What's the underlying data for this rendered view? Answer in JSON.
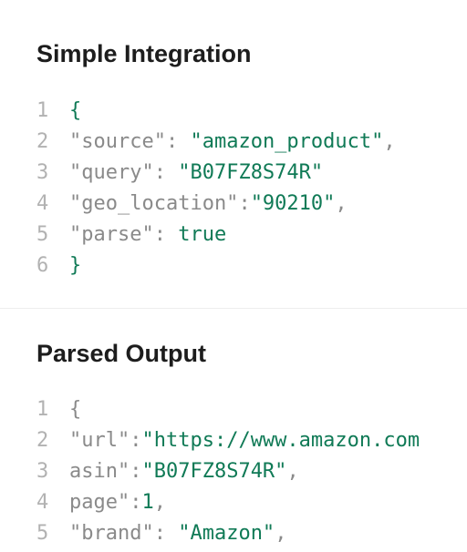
{
  "simple": {
    "title": "Simple Integration",
    "lines": [
      {
        "n": "1",
        "parts": [
          {
            "t": "{",
            "c": "v"
          }
        ]
      },
      {
        "n": "2",
        "parts": [
          {
            "t": "\"source\"",
            "c": "k"
          },
          {
            "t": ": ",
            "c": "p"
          },
          {
            "t": "\"amazon_product\"",
            "c": "v"
          },
          {
            "t": ",",
            "c": "p"
          }
        ]
      },
      {
        "n": "3",
        "parts": [
          {
            "t": "\"query\"",
            "c": "k"
          },
          {
            "t": ": ",
            "c": "p"
          },
          {
            "t": "\"B07FZ8S74R\"",
            "c": "v"
          }
        ]
      },
      {
        "n": "4",
        "parts": [
          {
            "t": "\"geo_location\"",
            "c": "k"
          },
          {
            "t": ":",
            "c": "p"
          },
          {
            "t": "\"90210\"",
            "c": "v"
          },
          {
            "t": ",",
            "c": "p"
          }
        ]
      },
      {
        "n": "5",
        "parts": [
          {
            "t": "\"parse\"",
            "c": "k"
          },
          {
            "t": ": ",
            "c": "p"
          },
          {
            "t": "true",
            "c": "v"
          }
        ]
      },
      {
        "n": "6",
        "parts": [
          {
            "t": "}",
            "c": "v"
          }
        ]
      }
    ]
  },
  "parsed": {
    "title": "Parsed Output",
    "lines": [
      {
        "n": "1",
        "parts": [
          {
            "t": "{",
            "c": "k"
          }
        ]
      },
      {
        "n": "2",
        "parts": [
          {
            "t": "\"url\"",
            "c": "k"
          },
          {
            "t": ":",
            "c": "p"
          },
          {
            "t": "\"https://www.amazon.com",
            "c": "v"
          }
        ]
      },
      {
        "n": "3",
        "parts": [
          {
            "t": "asin\"",
            "c": "k"
          },
          {
            "t": ":",
            "c": "p"
          },
          {
            "t": "\"B07FZ8S74R\"",
            "c": "v"
          },
          {
            "t": ",",
            "c": "p"
          }
        ]
      },
      {
        "n": "4",
        "parts": [
          {
            "t": "page\"",
            "c": "k"
          },
          {
            "t": ":",
            "c": "p"
          },
          {
            "t": "1",
            "c": "v"
          },
          {
            "t": ",",
            "c": "p"
          }
        ]
      },
      {
        "n": "5",
        "parts": [
          {
            "t": "\"brand\"",
            "c": "k"
          },
          {
            "t": ": ",
            "c": "p"
          },
          {
            "t": "\"Amazon\"",
            "c": "v"
          },
          {
            "t": ",",
            "c": "p"
          }
        ]
      }
    ]
  },
  "colors": {
    "heading": "#1d1d1d",
    "line_number": "#b2b2b2",
    "json_key": "#8a8a8a",
    "json_value": "#107a56",
    "divider": "#eeeeee"
  }
}
